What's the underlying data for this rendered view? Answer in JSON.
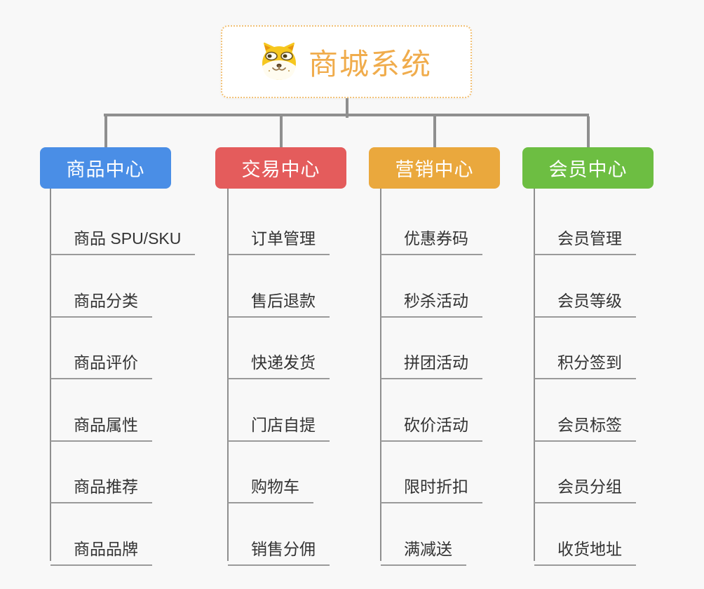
{
  "page": {
    "background": "#f8f8f8"
  },
  "root": {
    "title": "商城系统",
    "icon": "doge-icon",
    "title_color": "#f0ac4c",
    "border_color": "#f2c176"
  },
  "connector_color": "#8f8f8f",
  "underline_color": "#9a9a9a",
  "leaf_text_color": "#333333",
  "branches": [
    {
      "label": "商品中心",
      "color": "#4a8ee6",
      "children": [
        "商品 SPU/SKU",
        "商品分类",
        "商品评价",
        "商品属性",
        "商品推荐",
        "商品品牌"
      ]
    },
    {
      "label": "交易中心",
      "color": "#e45c5c",
      "children": [
        "订单管理",
        "售后退款",
        "快递发货",
        "门店自提",
        "购物车",
        "销售分佣"
      ]
    },
    {
      "label": "营销中心",
      "color": "#eaa83d",
      "children": [
        "优惠券码",
        "秒杀活动",
        "拼团活动",
        "砍价活动",
        "限时折扣",
        "满减送"
      ]
    },
    {
      "label": "会员中心",
      "color": "#6dbe42",
      "children": [
        "会员管理",
        "会员等级",
        "积分签到",
        "会员标签",
        "会员分组",
        "收货地址"
      ]
    }
  ]
}
